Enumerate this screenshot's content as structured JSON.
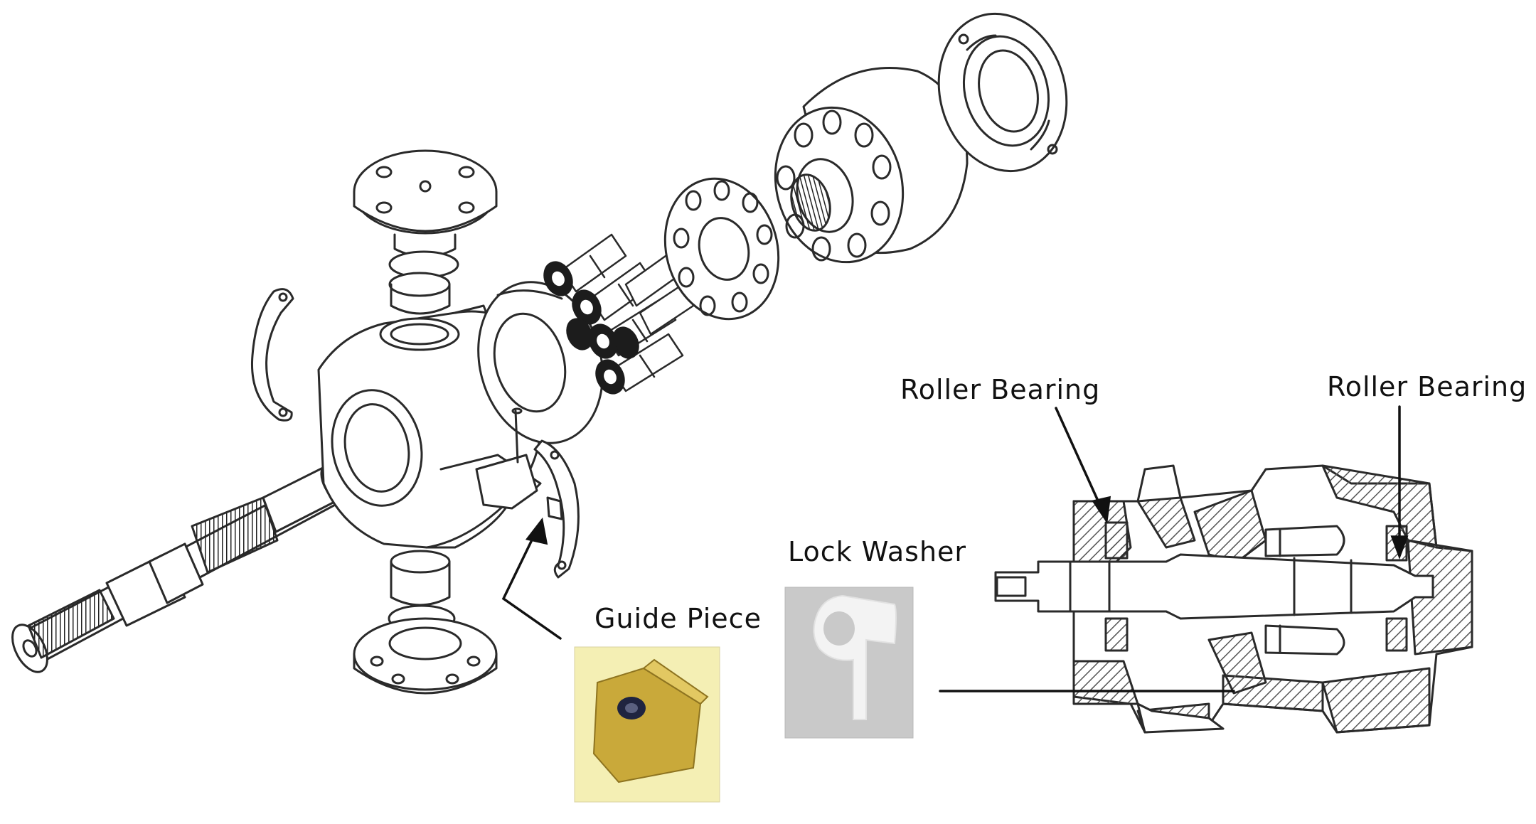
{
  "labels": {
    "roller_bearing_left": "Roller Bearing",
    "roller_bearing_right": "Roller Bearing",
    "lock_washer": "Lock Washer",
    "guide_piece": "Guide Piece"
  },
  "colors": {
    "line": "#2a2a2a",
    "guide_piece_photo_bg": "#f4efb4",
    "guide_piece_part": "#c9a93a",
    "lock_washer_photo_bg": "#c9c9c9",
    "lock_washer_part": "#f3f3f3",
    "section_hatch": "#555555"
  }
}
